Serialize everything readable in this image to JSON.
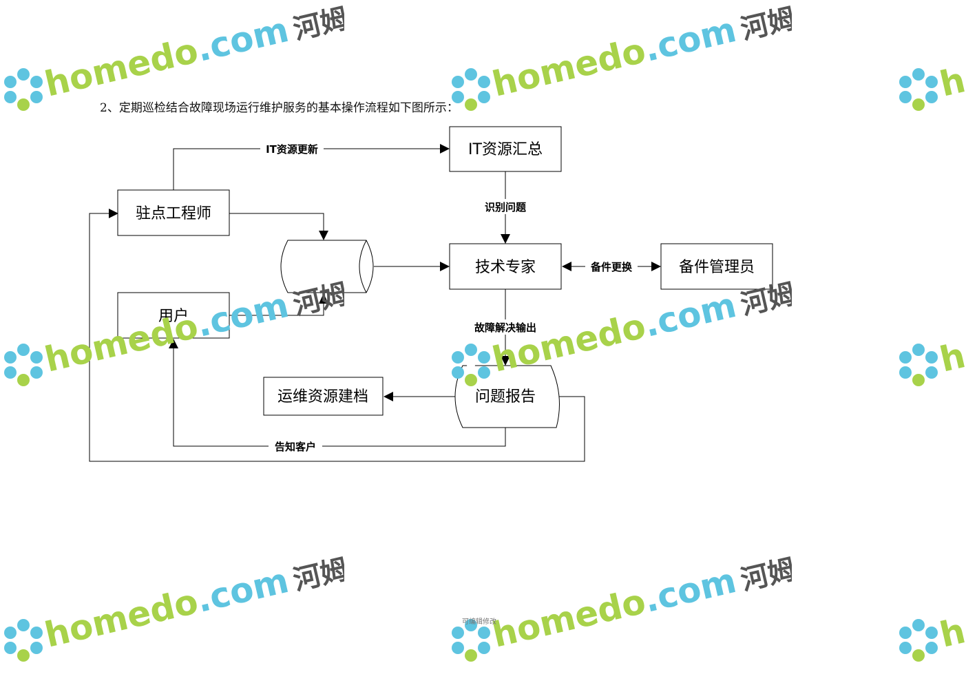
{
  "intro_text": "2、定期巡检结合故障现场运行维护服务的基本操作流程如下图所示：",
  "nodes": {
    "it_summary": "IT资源汇总",
    "engineer": "驻点工程师",
    "user": "用户",
    "expert": "技术专家",
    "spare_admin": "备件管理员",
    "report": "问题报告",
    "archive": "运维资源建档"
  },
  "edges": {
    "it_update": "IT资源更新",
    "identify": "识别问题",
    "spare_swap": "备件更换",
    "fault_output": "故障解决输出",
    "notify": "告知客户"
  },
  "watermark": {
    "brand": "homedo",
    "dot_com": ".com",
    "chinese": "河姆渡",
    "colors": {
      "green": "#a8d24a",
      "blue": "#5ec4e0",
      "gray": "#555555"
    }
  },
  "footer_text": "可编辑修改"
}
